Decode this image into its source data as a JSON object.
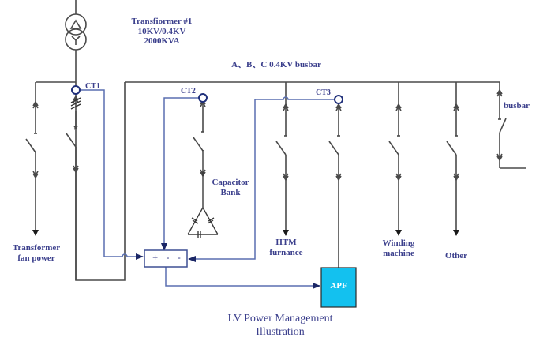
{
  "diagram": {
    "title_line1": "LV Power Management",
    "title_line2": "Illustration",
    "transformer": {
      "name": "Transfiormer #1",
      "voltage": "10KV/0.4KV",
      "capacity": "2000KVA",
      "primary_symbol": "Δ",
      "secondary_symbol": "Y"
    },
    "busbar_label": "A、B、C  0.4KV busbar",
    "current_transformers": [
      "CT1",
      "CT2",
      "CT3"
    ],
    "summing_block": {
      "plus": "+",
      "minus1": "-",
      "minus2": "-"
    },
    "apf_label": "APF",
    "loads": {
      "transformer_fan_line1": "Transformer",
      "transformer_fan_line2": "fan power",
      "capacitor_line1": "Capacitor",
      "capacitor_line2": "Bank",
      "htm_line1": "HTM",
      "htm_line2": "furnance",
      "winding_line1": "Winding",
      "winding_line2": "machine",
      "other": "Other",
      "busbar_tie": "busbar"
    },
    "colors": {
      "power_line": "#4a4a4a",
      "signal_line": "#5a6fb0",
      "ct_circle": "#1f2f7a",
      "label_text": "#3b3f8c",
      "apf_fill": "#13c1ef"
    }
  }
}
